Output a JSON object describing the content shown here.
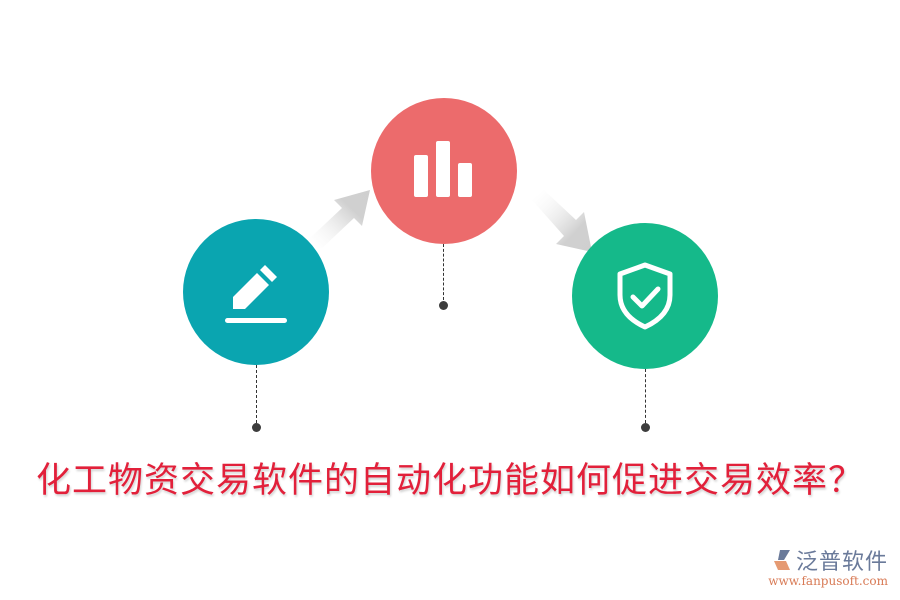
{
  "diagram": {
    "title": "化工物资交易软件的自动化功能如何促进交易效率？",
    "title_color": "#e2203a",
    "steps": [
      {
        "id": 1,
        "icon": "pencil-edit-icon",
        "color": "#0aa5b0"
      },
      {
        "id": 2,
        "icon": "bar-chart-icon",
        "color": "#ec6b6c"
      },
      {
        "id": 3,
        "icon": "shield-check-icon",
        "color": "#15b98a"
      }
    ],
    "connectors": [
      {
        "from": 1,
        "to": 2,
        "icon": "arrow-up-right-icon"
      },
      {
        "from": 2,
        "to": 3,
        "icon": "arrow-down-right-icon"
      }
    ]
  },
  "logo": {
    "name": "泛普软件",
    "url": "www.fanpusoft.com"
  }
}
